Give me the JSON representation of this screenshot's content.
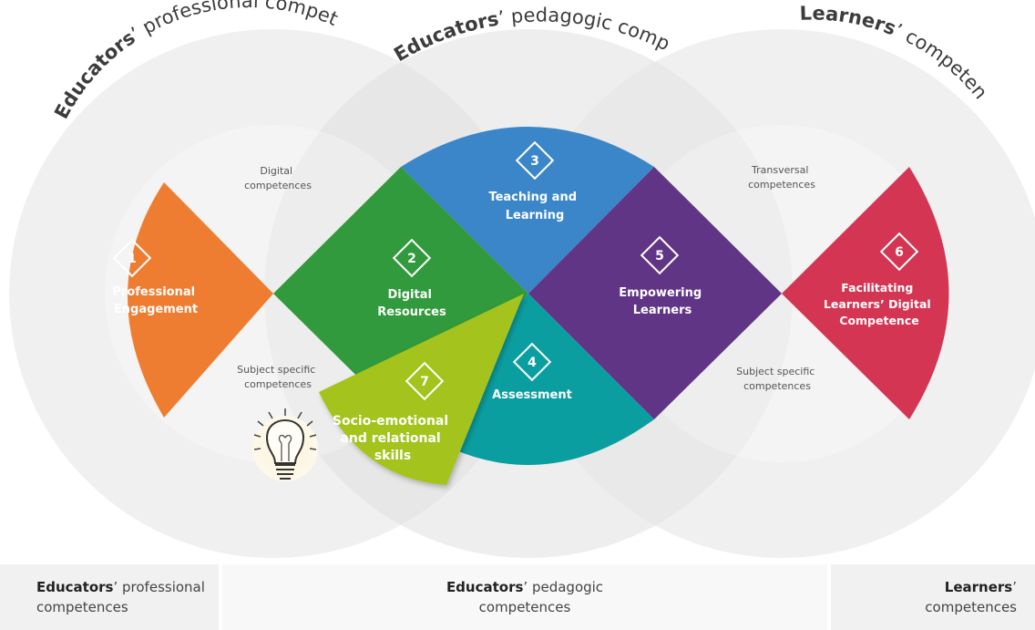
{
  "arcs": {
    "professional": {
      "bold": "Educators",
      "rest": "’ professional competences"
    },
    "pedagogic": {
      "bold": "Educators",
      "rest": "’ pedagogic competences"
    },
    "learners": {
      "bold": "Learners",
      "rest": "’ competences"
    }
  },
  "area_labels": {
    "digital": [
      "Digital",
      "competences"
    ],
    "subject_left": [
      "Subject specific",
      "competences"
    ],
    "transversal": [
      "Transversal",
      "competences"
    ],
    "subject_right": [
      "Subject specific",
      "competences"
    ]
  },
  "areas": [
    {
      "number": "1",
      "lines": [
        "Professional",
        "Engagement"
      ],
      "color": "#ee7d31"
    },
    {
      "number": "2",
      "lines": [
        "Digital",
        "Resources"
      ],
      "color": "#309a3c"
    },
    {
      "number": "3",
      "lines": [
        "Teaching and",
        "Learning"
      ],
      "color": "#3b86c8"
    },
    {
      "number": "4",
      "lines": [
        "Assessment"
      ],
      "color": "#0b9ea0"
    },
    {
      "number": "5",
      "lines": [
        "Empowering",
        "Learners"
      ],
      "color": "#613586"
    },
    {
      "number": "6",
      "lines": [
        "Facilitating",
        "Learners’ Digital",
        "Competence"
      ],
      "color": "#d33553"
    },
    {
      "number": "7",
      "lines": [
        "Socio-emotional",
        "and relational",
        "skills"
      ],
      "color": "#a4c31d"
    }
  ],
  "icons": {
    "bulb": "lightbulb-icon"
  },
  "footer": {
    "professional": {
      "bold": "Educators",
      "line1_rest": "’ professional",
      "line2": "competences"
    },
    "pedagogic": {
      "bold": "Educators",
      "line1_rest": "’ pedagogic",
      "line2": "competences"
    },
    "learners": {
      "bold": "Learners",
      "line1_rest": "’",
      "line2": "competences"
    }
  }
}
